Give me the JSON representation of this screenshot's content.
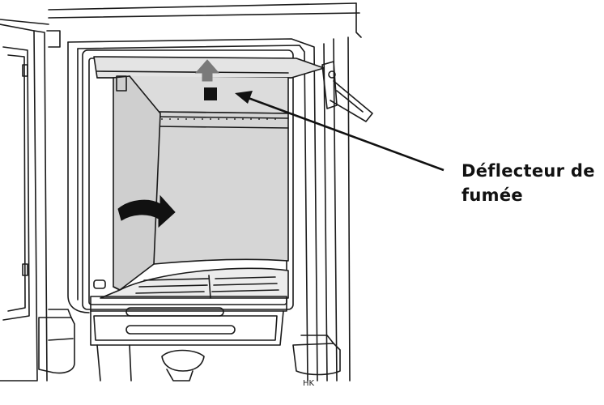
{
  "labels": {
    "deflector_line1": "Déflecteur de",
    "deflector_line2": "fumée",
    "corner_mark": "HK"
  },
  "colors": {
    "stroke": "#1a1a1a",
    "panel_fill": "#d6d6d6",
    "inner_fill": "#c4c4c4",
    "arrow_fill": "#7a7a7a",
    "marker_fill": "#111111"
  },
  "icons": {
    "up_arrow": "up-arrow-icon",
    "curved_arrow": "curved-arrow-icon"
  }
}
